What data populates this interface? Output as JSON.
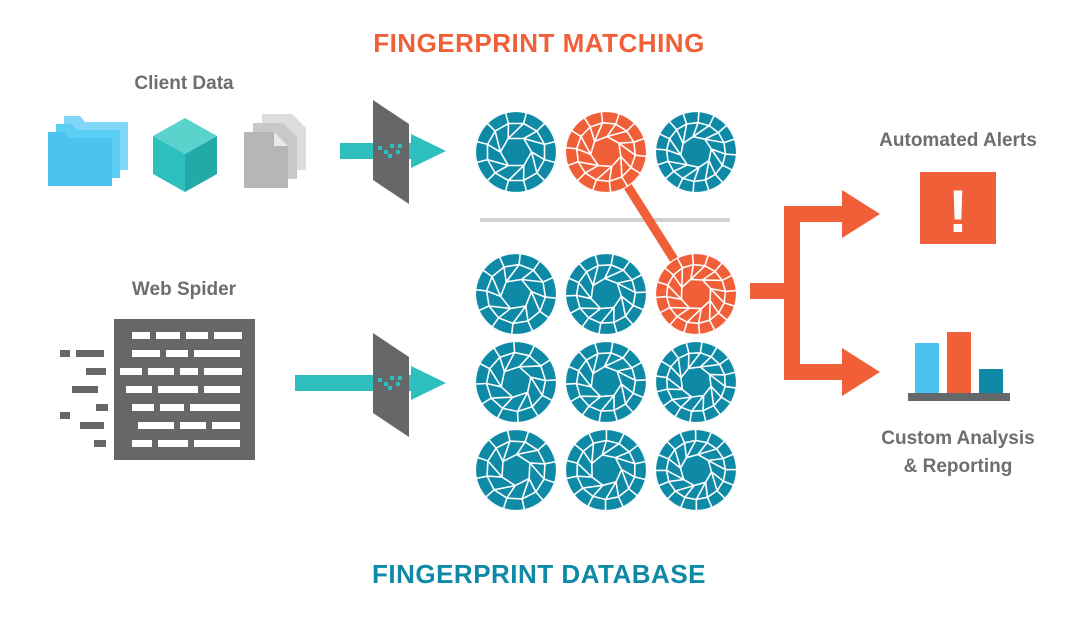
{
  "titles": {
    "top": "FINGERPRINT MATCHING",
    "bottom": "FINGERPRINT DATABASE"
  },
  "sources": {
    "client_data": "Client Data",
    "web_spider": "Web Spider"
  },
  "outputs": {
    "alerts": "Automated Alerts",
    "alert_symbol": "!",
    "reporting_line1": "Custom Analysis",
    "reporting_line2": "& Reporting"
  },
  "colors": {
    "orange": "#f05f38",
    "teal_dark": "#0e8aa6",
    "teal_light": "#2ebfbf",
    "sky_blue": "#4cc3ee",
    "gray_dark": "#666769",
    "gray_label": "#6d6e70",
    "divider": "#d0d2d3"
  },
  "icons": [
    "folder-stack-icon",
    "cube-icon",
    "document-stack-icon",
    "webpage-lines-icon",
    "filter-panel-icon",
    "fingerprint-ball-icon",
    "alert-exclamation-icon",
    "bar-chart-icon"
  ]
}
